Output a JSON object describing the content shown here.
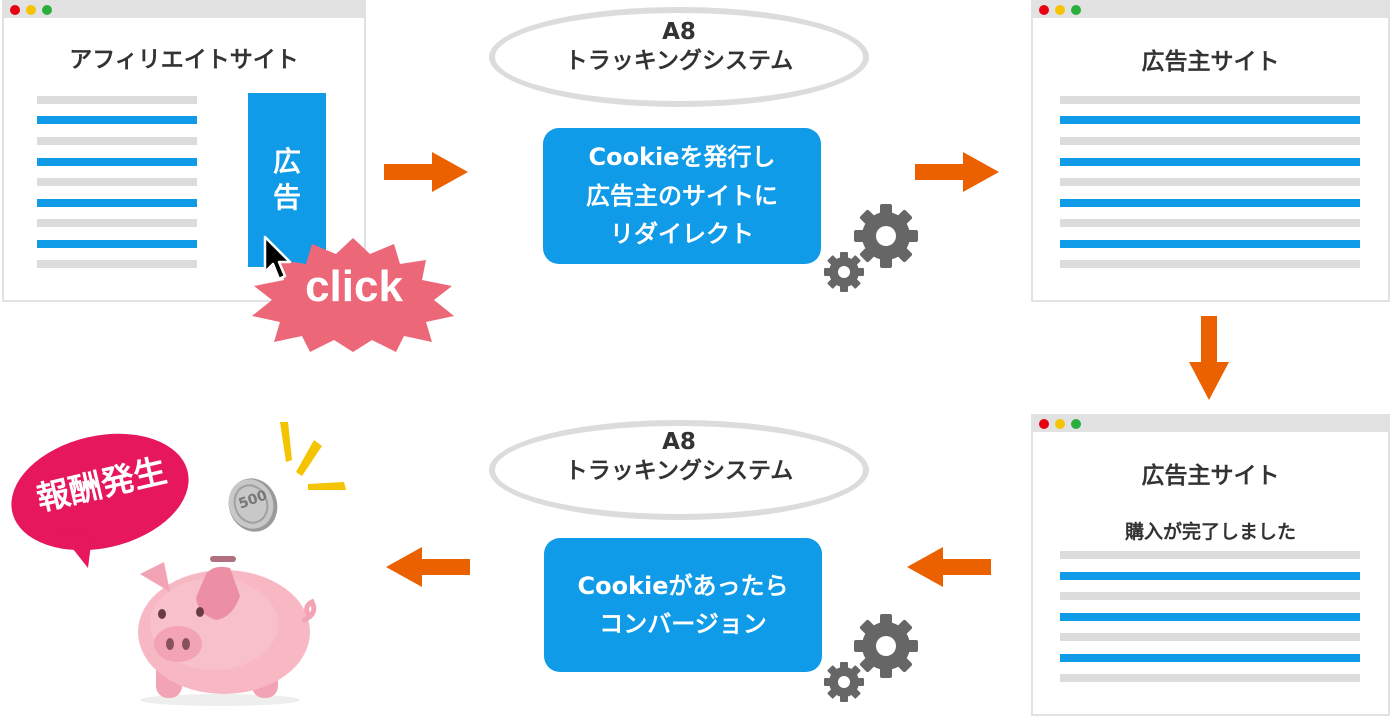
{
  "affiliate_window": {
    "title": "アフィリエイトサイト",
    "ad_label": "広\n告"
  },
  "click_badge": {
    "text": "click"
  },
  "tracking_top": {
    "title_line1": "A8",
    "title_line2": "トラッキングシステム",
    "box_line1": "Cookieを発行し",
    "box_line2": "広告主のサイトに",
    "box_line3": "リダイレクト"
  },
  "advertiser_window_top": {
    "title": "広告主サイト"
  },
  "advertiser_window_bottom": {
    "title": "広告主サイト",
    "message": "購入が完了しました"
  },
  "tracking_bottom": {
    "title_line1": "A8",
    "title_line2": "トラッキングシステム",
    "box_line1": "Cookieがあったら",
    "box_line2": "コンバージョン"
  },
  "reward_bubble": {
    "text": "報酬発生"
  },
  "coin": {
    "value": "500"
  },
  "colors": {
    "blue": "#0f9be8",
    "orange": "#eb6100",
    "pink_badge": "#ec6878",
    "magenta_bubble": "#e6175c",
    "piggy": "#f7b8c4",
    "gear": "#666666"
  }
}
